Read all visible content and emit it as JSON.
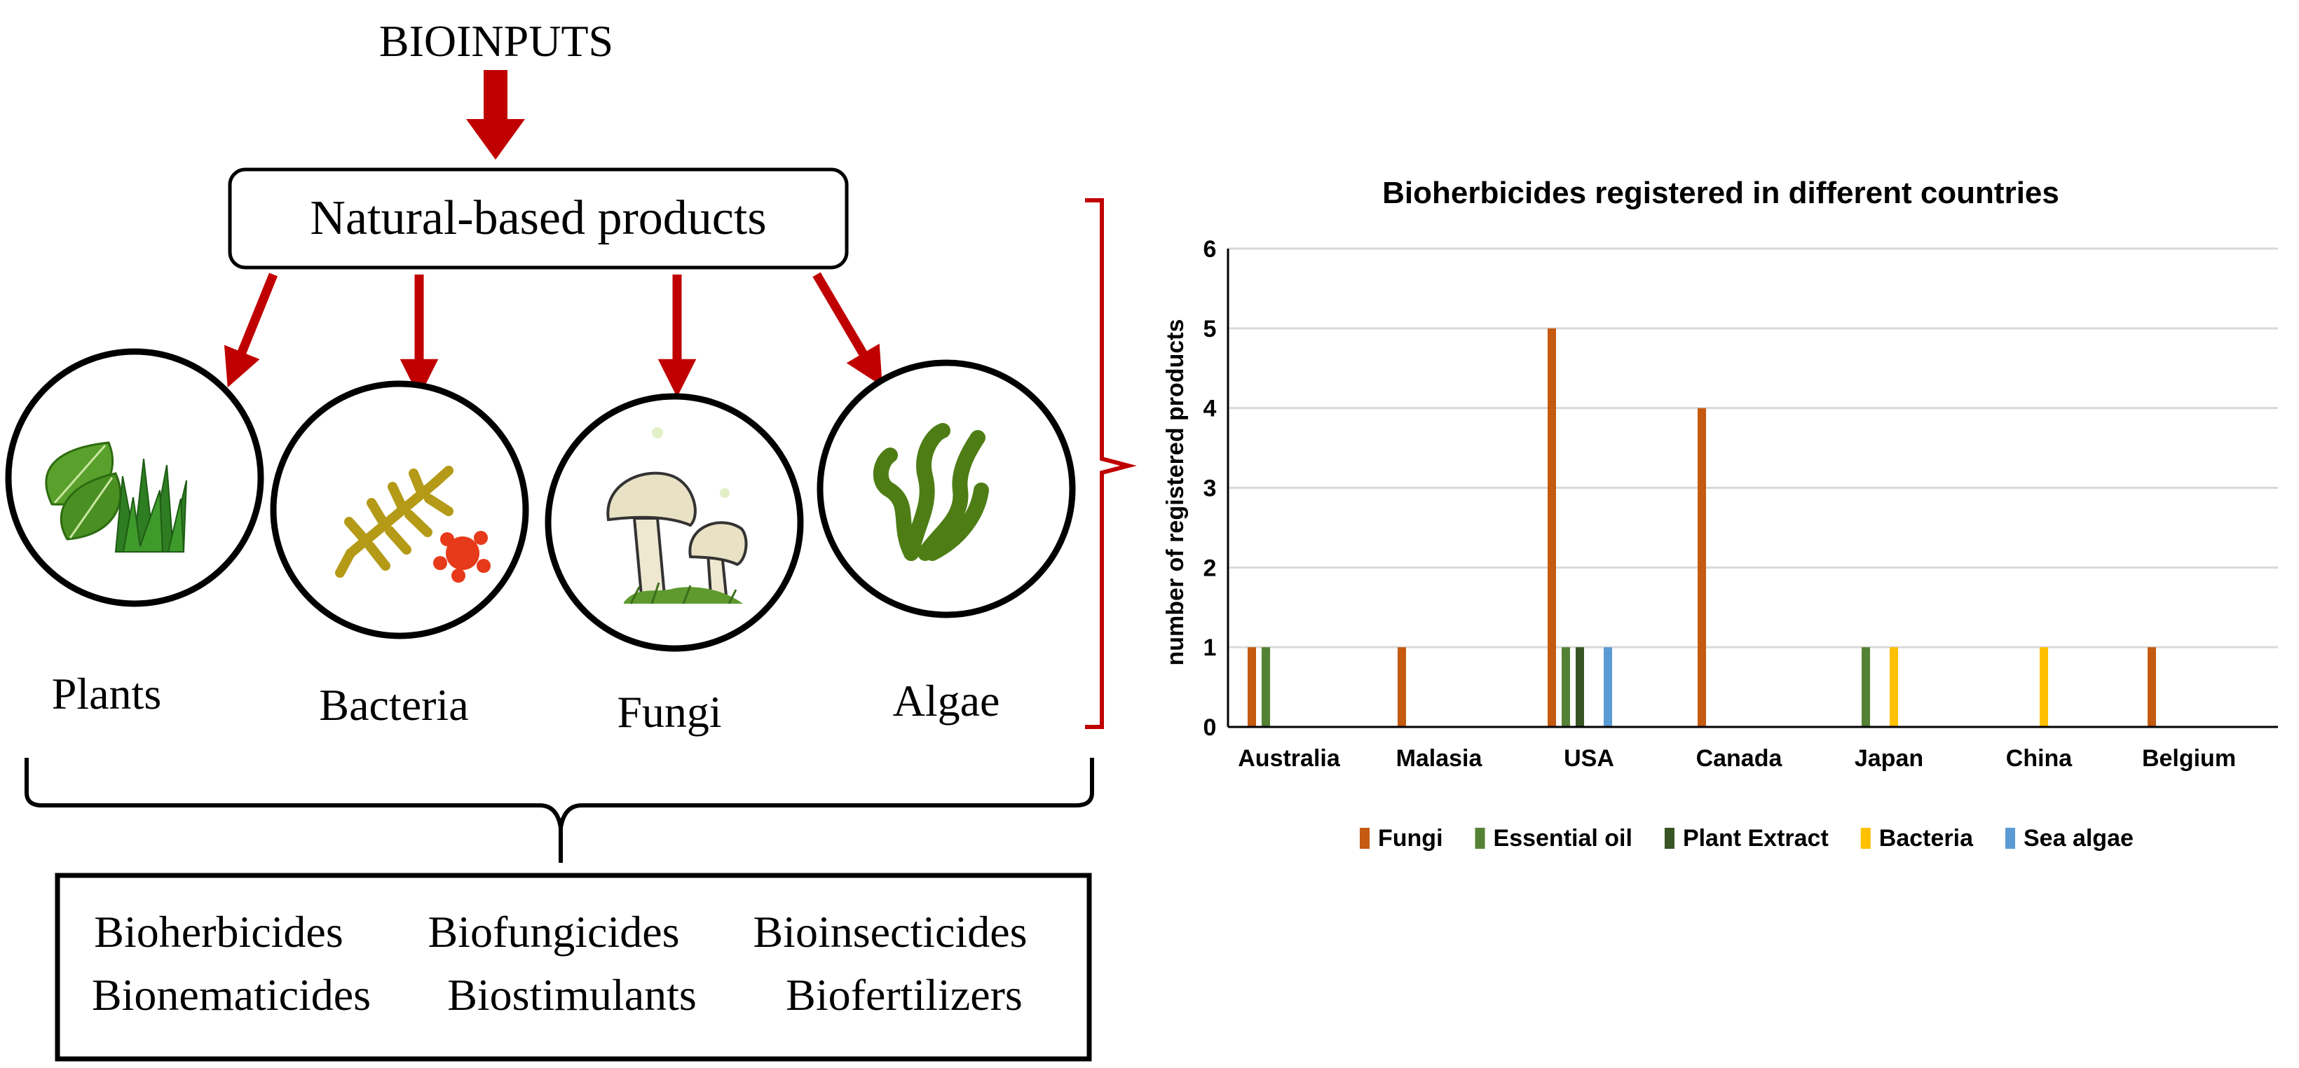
{
  "diagram": {
    "top_title": "BIOINPUTS",
    "main_box": "Natural-based products",
    "categories": [
      {
        "label": "Plants",
        "icon": "plant-leaves-icon"
      },
      {
        "label": "Bacteria",
        "icon": "bacteria-icon"
      },
      {
        "label": "Fungi",
        "icon": "mushroom-icon"
      },
      {
        "label": "Algae",
        "icon": "seaweed-icon"
      }
    ],
    "products": [
      [
        "Bioherbicides",
        "Biofungicides",
        "Bioinsecticides"
      ],
      [
        "Bionematicides",
        "Biostimulants",
        "Biofertilizers"
      ]
    ],
    "colors": {
      "arrow": "#c00000",
      "bracket": "#c00000",
      "outline": "#000000"
    }
  },
  "chart_data": {
    "type": "bar",
    "title": "Bioherbicides registered in different countries",
    "xlabel": "",
    "ylabel": "number of registered products",
    "ylim": [
      0,
      6
    ],
    "yticks": [
      "0",
      "1",
      "2",
      "3",
      "4",
      "5",
      "6"
    ],
    "grid": true,
    "legend_position": "bottom",
    "categories": [
      "Australia",
      "Malasia",
      "USA",
      "Canada",
      "Japan",
      "China",
      "Belgium"
    ],
    "series": [
      {
        "name": "Fungi",
        "color": "#c55a11",
        "values": [
          1,
          1,
          5,
          4,
          0,
          0,
          1
        ]
      },
      {
        "name": "Essential oil",
        "color": "#548235",
        "values": [
          1,
          0,
          1,
          0,
          1,
          0,
          0
        ]
      },
      {
        "name": "Plant Extract",
        "color": "#375623",
        "values": [
          0,
          0,
          1,
          0,
          0,
          0,
          0
        ]
      },
      {
        "name": "Bacteria",
        "color": "#ffc000",
        "values": [
          0,
          0,
          0,
          0,
          1,
          1,
          0
        ]
      },
      {
        "name": "Sea algae",
        "color": "#5b9bd5",
        "values": [
          0,
          0,
          1,
          0,
          0,
          0,
          0
        ]
      }
    ]
  }
}
